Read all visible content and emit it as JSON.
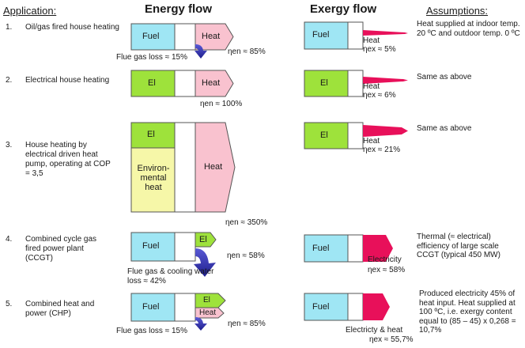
{
  "headers": {
    "application": "Application:",
    "energy_flow": "Energy flow",
    "exergy_flow": "Exergy flow",
    "assumptions": "Assumptions:"
  },
  "colors": {
    "fuel": "#9fe6f4",
    "el": "#9ee23b",
    "heat": "#f9c2cf",
    "env": "#f6f7a8",
    "exergy_arrow": "#e8105a",
    "loss_arrow": "#2b2ba3"
  },
  "rows": [
    {
      "num": "1.",
      "application": "Oil/gas fired house heating",
      "energy": {
        "input": "Fuel",
        "output": "Heat",
        "loss": "Flue gas loss ≈ 15%",
        "efficiency": "ηen ≈ 85%"
      },
      "exergy": {
        "input": "Fuel",
        "output": "Heat",
        "efficiency": "ηex ≈ 5%"
      },
      "assumption": "Heat supplied at indoor temp. 20 ºC and outdoor temp. 0 ºC"
    },
    {
      "num": "2.",
      "application": "Electrical house heating",
      "energy": {
        "input": "El",
        "output": "Heat",
        "efficiency": "ηen ≈ 100%"
      },
      "exergy": {
        "input": "El",
        "output": "Heat",
        "efficiency": "ηex ≈ 6%"
      },
      "assumption": "Same as above"
    },
    {
      "num": "3.",
      "application": "House heating by electrical driven heat pump, operating at COP = 3,5",
      "energy": {
        "input": "El",
        "input2": "Environ-mental heat",
        "output": "Heat",
        "efficiency": "ηen ≈ 350%"
      },
      "exergy": {
        "input": "El",
        "output": "Heat",
        "efficiency": "ηex ≈ 21%"
      },
      "assumption": "Same as above"
    },
    {
      "num": "4.",
      "application": "Combined cycle gas fired power plant (CCGT)",
      "energy": {
        "input": "Fuel",
        "output": "El",
        "loss": "Flue gas & cooling water loss ≈ 42%",
        "efficiency": "ηen ≈ 58%"
      },
      "exergy": {
        "input": "Fuel",
        "output": "Electricity",
        "efficiency": "ηex ≈ 58%"
      },
      "assumption": "Thermal (≈ electrical) efficiency of large scale CCGT (typical 450 MW)"
    },
    {
      "num": "5.",
      "application": "Combined heat and power (CHP)",
      "energy": {
        "input": "Fuel",
        "output": "El",
        "output2": "Heat",
        "loss": "Flue gas loss ≈ 15%",
        "efficiency": "ηen ≈ 85%"
      },
      "exergy": {
        "input": "Fuel",
        "output": "Electricty & heat",
        "efficiency": "ηex ≈ 55,7%"
      },
      "assumption": "Produced electricity 45% of heat input. Heat supplied at 100 ºC, i.e. exergy content equal to (85 – 45) x 0,268 = 10,7%"
    }
  ]
}
